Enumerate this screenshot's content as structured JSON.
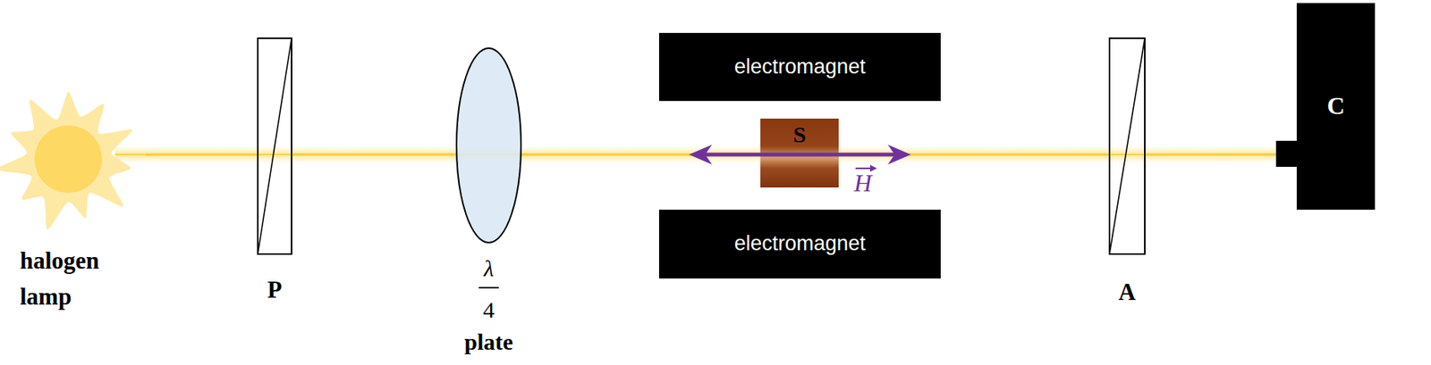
{
  "diagram": {
    "nodes": [
      {
        "text": [
          "halogen lamp"
        ]
      },
      {
        "text": [
          "P"
        ]
      },
      {
        "text": [
          "λ",
          "4",
          "plate"
        ]
      },
      {
        "text": [
          "electromagnet"
        ]
      },
      {
        "text": [
          "S"
        ]
      },
      {
        "text": [
          "electromagnet"
        ]
      },
      {
        "text": [
          "A"
        ]
      },
      {
        "text": [
          "C"
        ]
      }
    ],
    "edges": [
      {
        "from": 0,
        "to": 1,
        "arrow": "none"
      },
      {
        "from": 1,
        "to": 2,
        "arrow": "none"
      },
      {
        "from": 2,
        "to": 4,
        "arrow": "none"
      },
      {
        "from": 4,
        "to": 6,
        "arrow": "none"
      },
      {
        "from": 6,
        "to": 7,
        "arrow": "none"
      }
    ],
    "labels": [
      "H"
    ]
  }
}
